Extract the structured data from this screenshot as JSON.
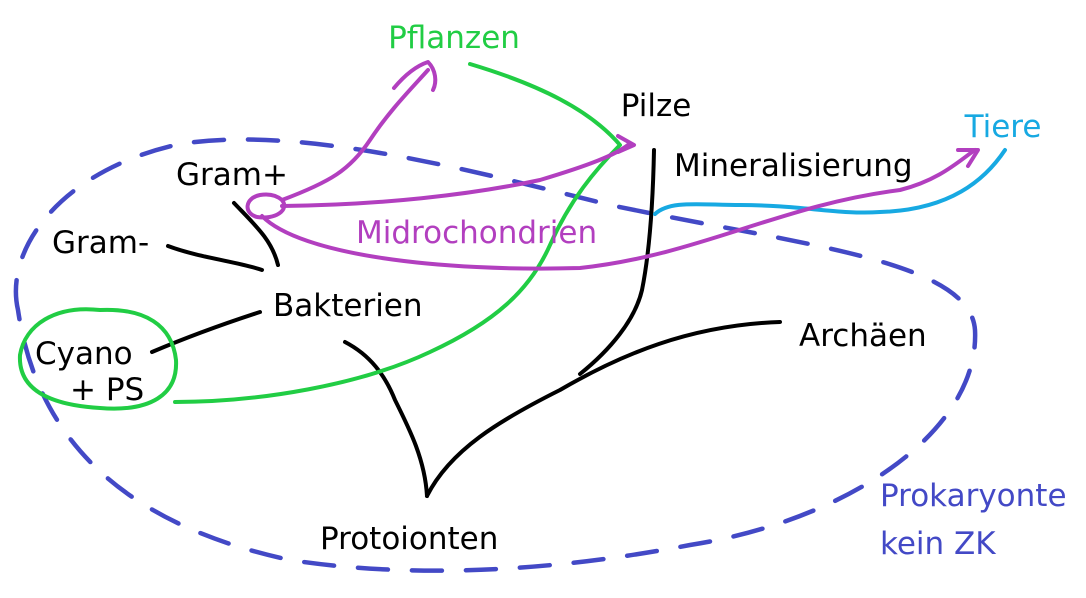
{
  "colors": {
    "black": "#000000",
    "green": "#21cd44",
    "purple": "#b23fbf",
    "blue": "#4349c6",
    "cyan": "#17a9e2"
  },
  "labels": {
    "pflanzen": "Pflanzen",
    "pilze": "Pilze",
    "tiere": "Tiere",
    "mineralisierung": "Mineralisierung",
    "gram_plus": "Gram+",
    "gram_minus": "Gram-",
    "midrochondrien": "Midrochondrien",
    "bakterien": "Bakterien",
    "cyano": "Cyano",
    "ps": "+ PS",
    "archaeen": "Archäen",
    "protoionten": "Protoionten",
    "prokaryonte": "Prokaryonte",
    "kein_zk": "kein ZK"
  }
}
